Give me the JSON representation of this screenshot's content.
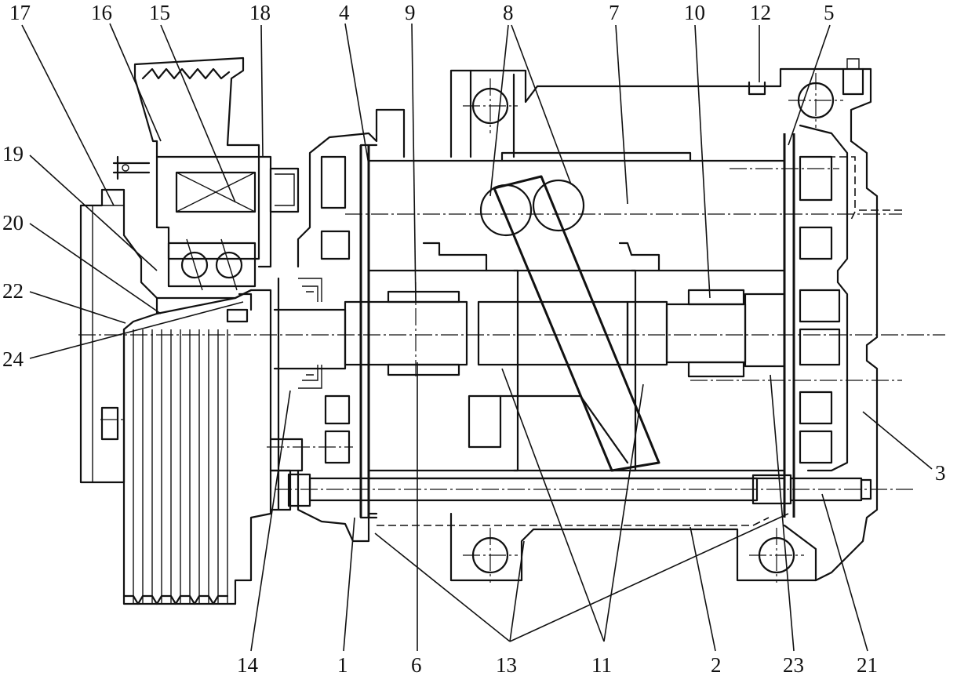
{
  "labels": {
    "17": "17",
    "16": "16",
    "15": "15",
    "18": "18",
    "4": "4",
    "9": "9",
    "8": "8",
    "7": "7",
    "10": "10",
    "12": "12",
    "5": "5",
    "19": "19",
    "20": "20",
    "22": "22",
    "24": "24",
    "3": "3",
    "14": "14",
    "1": "1",
    "6": "6",
    "13": "13",
    "11": "11",
    "2": "2",
    "23": "23",
    "21": "21"
  }
}
